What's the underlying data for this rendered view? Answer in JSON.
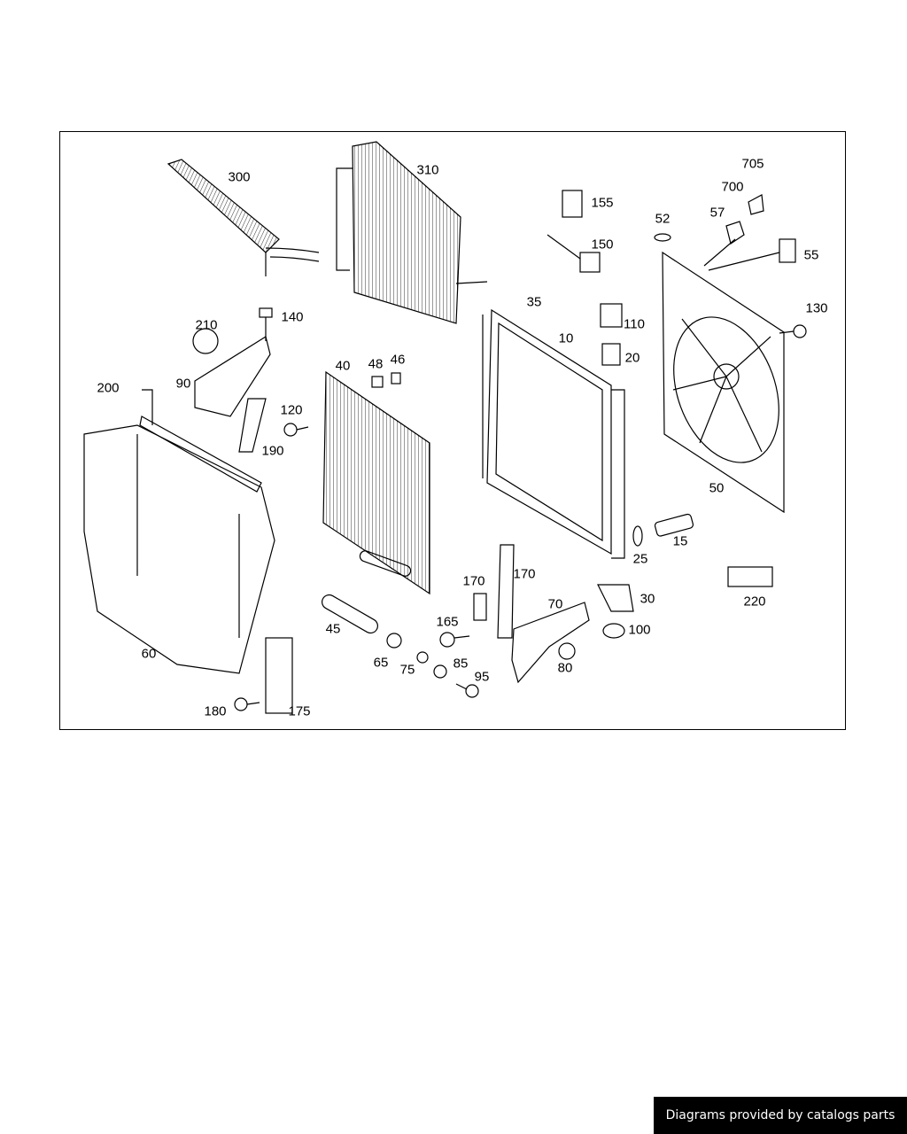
{
  "diagram": {
    "callouts": {
      "c300": "300",
      "c310": "310",
      "c705": "705",
      "c700": "700",
      "c155": "155",
      "c52": "52",
      "c57": "57",
      "c150": "150",
      "c55": "55",
      "c210": "210",
      "c140": "140",
      "c35": "35",
      "c110": "110",
      "c130": "130",
      "c10": "10",
      "c20": "20",
      "c48": "48",
      "c46": "46",
      "c40": "40",
      "c200": "200",
      "c90": "90",
      "c120": "120",
      "c190": "190",
      "c50": "50",
      "c15": "15",
      "c25": "25",
      "c170a": "170",
      "c170b": "170",
      "c30": "30",
      "c220": "220",
      "c70": "70",
      "c165": "165",
      "c45": "45",
      "c100": "100",
      "c60": "60",
      "c65": "65",
      "c75": "75",
      "c85": "85",
      "c80": "80",
      "c95": "95",
      "c180": "180",
      "c175": "175"
    }
  },
  "footer": {
    "text": "Diagrams provided by catalogs parts"
  }
}
